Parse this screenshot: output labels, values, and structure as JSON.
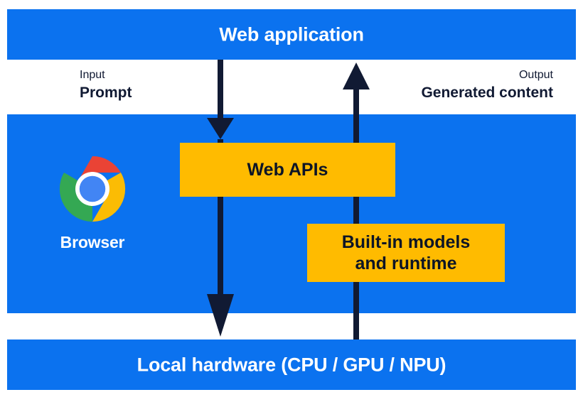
{
  "diagram": {
    "title_bar": {
      "label": "Web application",
      "color": "#0b72ef",
      "text_color": "#ffffff"
    },
    "io": {
      "input": {
        "kicker": "Input",
        "value": "Prompt"
      },
      "output": {
        "kicker": "Output",
        "value": "Generated content"
      },
      "text_color": "#111a33"
    },
    "browser": {
      "label": "Browser",
      "icon": "chrome-logo-icon",
      "icon_colors": {
        "red": "#ea4335",
        "yellow": "#fbbc04",
        "green": "#34a853",
        "blue": "#4285f4",
        "ring": "#ffffff"
      }
    },
    "boxes": [
      {
        "name": "web-apis",
        "label": "Web APIs",
        "color": "#ffbb00",
        "text_color": "#0d1526"
      },
      {
        "name": "built-in-models-and-runtime",
        "label": "Built-in models\nand runtime",
        "color": "#ffbb00",
        "text_color": "#0d1526"
      }
    ],
    "hardware_bar": {
      "label": "Local hardware (CPU / GPU / NPU)",
      "color": "#0b72ef",
      "text_color": "#ffffff"
    },
    "arrows": {
      "color": "#111a33",
      "down": {
        "name": "input-flow-arrow-down",
        "direction": "down"
      },
      "up": {
        "name": "output-flow-arrow-up",
        "direction": "up"
      }
    },
    "layers": {
      "middle_band_color": "#0b72ef"
    }
  }
}
